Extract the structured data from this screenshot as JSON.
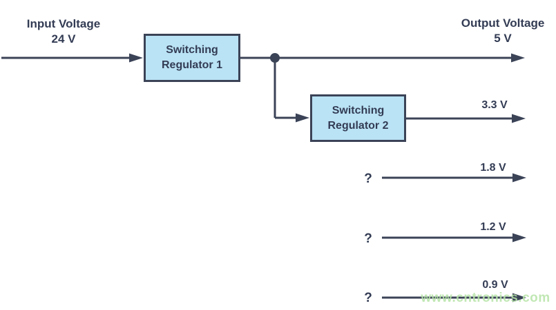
{
  "diagram": {
    "input": {
      "label": "Input Voltage",
      "value": "24 V"
    },
    "output": {
      "label": "Output Voltage",
      "value": "5 V"
    },
    "regulator1": "Switching Regulator 1",
    "regulator2": "Switching Regulator 2",
    "regulator2_output": "3.3 V",
    "unknown_rails": [
      {
        "marker": "?",
        "voltage": "1.8 V"
      },
      {
        "marker": "?",
        "voltage": "1.2 V"
      },
      {
        "marker": "?",
        "voltage": "0.9 V"
      }
    ]
  },
  "watermark": "www.cntronics.com",
  "colors": {
    "line": "#3b4357",
    "text": "#333c54",
    "box-fill": "#bae3f5",
    "box-border": "#3b4357",
    "watermark": "#b7e4a8"
  }
}
